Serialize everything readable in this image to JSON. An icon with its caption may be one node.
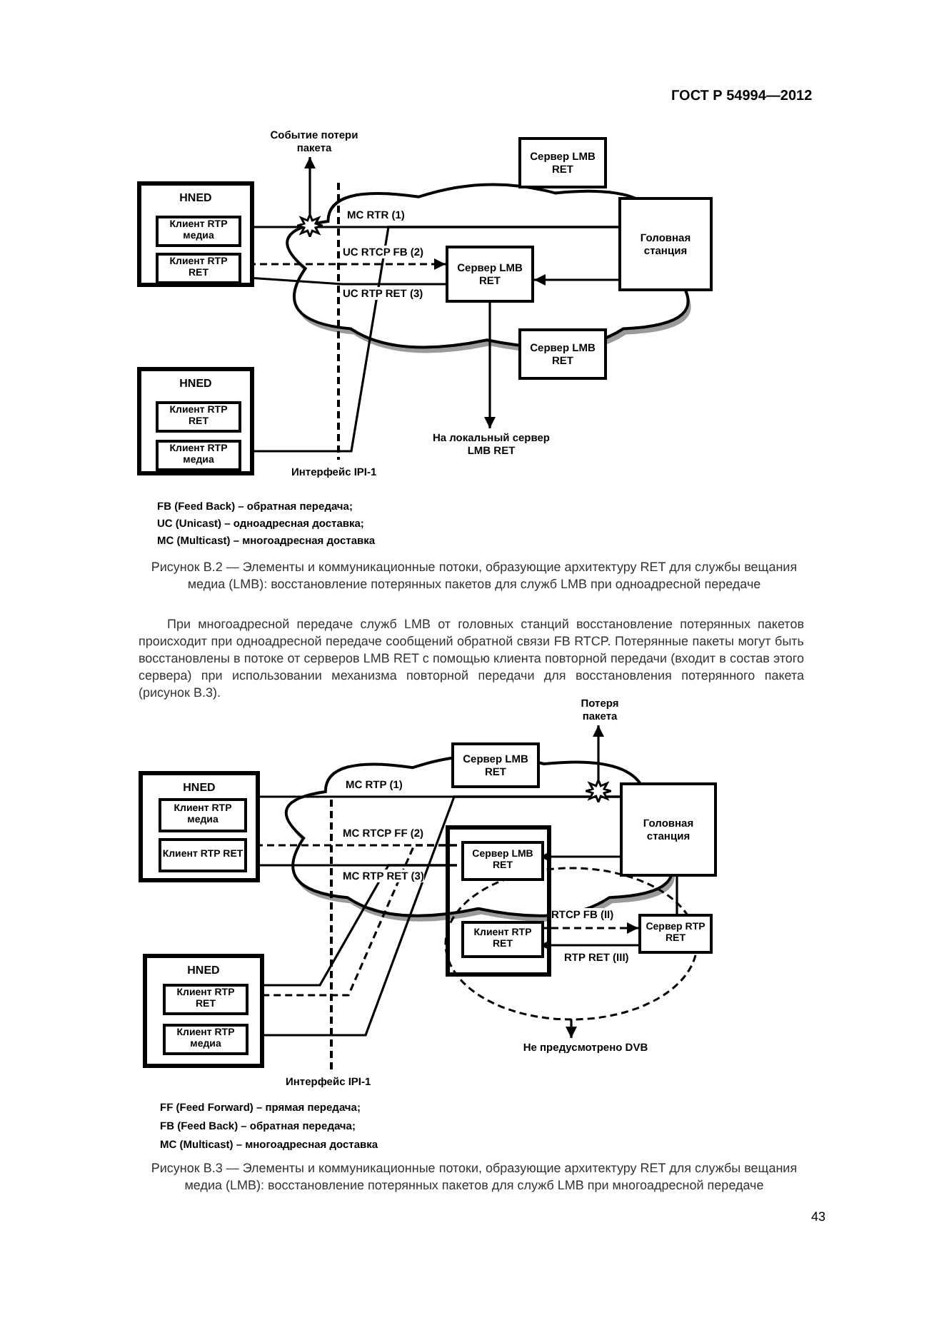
{
  "diagram": {
    "nodes": [
      {
        "text": [
          "HNED"
        ]
      },
      {
        "text": [
          "Клиент RTP медиа"
        ],
        "in": 0
      },
      {
        "text": [
          "Клиент RTP RET"
        ],
        "in": 0
      },
      {
        "text": [
          "HNED"
        ]
      },
      {
        "text": [
          "Клиент RTP RET"
        ],
        "in": 3
      },
      {
        "text": [
          "Клиент RTP медиа"
        ],
        "in": 3
      },
      {
        "text": [
          "Событие потери пакета"
        ]
      },
      {
        "text": [],
        "shape": "star"
      },
      {
        "text": [
          "Сервер LMB RET"
        ]
      },
      {
        "text": [
          "Сервер LMB RET"
        ]
      },
      {
        "text": [
          "Головная станция"
        ]
      },
      {
        "text": [
          "Сервер LMB RET"
        ]
      },
      {
        "text": [
          "На локальный сервер LMB RET"
        ]
      },
      {
        "text": [
          "Потеря пакета"
        ]
      },
      {
        "text": [
          "HNED"
        ]
      },
      {
        "text": [
          "Клиент RTP медиа"
        ],
        "in": 14
      },
      {
        "text": [
          "Клиент RTP RET"
        ],
        "in": 14
      },
      {
        "text": [
          "Сервер LMB RET"
        ]
      },
      {
        "text": [],
        "shape": "star"
      },
      {
        "text": [
          "Головная станция"
        ]
      },
      {
        "text": [],
        "shape": "box"
      },
      {
        "text": [
          "Сервер LMB RET"
        ],
        "in": 20
      },
      {
        "text": [
          "Клиент RTP RET"
        ],
        "in": 20
      },
      {
        "text": [
          "Сервер RTP RET"
        ]
      },
      {
        "text": [
          "HNED"
        ]
      },
      {
        "text": [
          "Клиент RTP RET"
        ],
        "in": 24
      },
      {
        "text": [
          "Клиент RTP медиа"
        ],
        "in": 24
      },
      {
        "text": [
          "Не предусмотрено DVB"
        ]
      }
    ],
    "edges": [
      {
        "from": 10,
        "to": 1,
        "arrow": "to",
        "label": "MC RTR (1)"
      },
      {
        "from": 10,
        "to": 5,
        "arrow": "to"
      },
      {
        "from": 2,
        "to": 9,
        "arrow": "to",
        "style": "dashed",
        "label": "UC RTCP FB (2)"
      },
      {
        "from": 9,
        "to": 2,
        "arrow": "to",
        "label": "UC RTP RET (3)"
      },
      {
        "from": 10,
        "to": 9,
        "arrow": "to"
      },
      {
        "from": 9,
        "to": 12,
        "arrow": "to"
      },
      {
        "from": 7,
        "to": 6,
        "arrow": "to"
      },
      {
        "from": 19,
        "to": 15,
        "arrow": "to",
        "label": "MC RTP (1)"
      },
      {
        "from": 19,
        "to": 26,
        "arrow": "to"
      },
      {
        "from": 21,
        "to": 16,
        "arrow": "to",
        "style": "dashed",
        "label": "MC RTCP FF (2)"
      },
      {
        "from": 21,
        "to": 25,
        "arrow": "to",
        "style": "dashed"
      },
      {
        "from": 21,
        "to": 16,
        "arrow": "to",
        "label": "MC RTP RET (3)"
      },
      {
        "from": 21,
        "to": 24,
        "arrow": "none"
      },
      {
        "from": 19,
        "to": 21,
        "arrow": "to"
      },
      {
        "from": 22,
        "to": 23,
        "arrow": "to",
        "style": "dashed",
        "label": "RTCP FB (II)"
      },
      {
        "from": 23,
        "to": 22,
        "arrow": "to",
        "label": "RTP RET (III)"
      },
      {
        "from": 19,
        "to": 23,
        "arrow": "none"
      },
      {
        "from": 18,
        "to": 13,
        "arrow": "to"
      },
      {
        "from": null,
        "to": 27,
        "arrow": "to"
      }
    ],
    "labels": [
      "ГОСТ Р 54994—2012",
      "Интерфейс IPI-1",
      "FB (Feed Back) – обратная передача;",
      "UC (Unicast) – одноадресная доставка;",
      "MC (Multicast) – многоадресная доставка",
      "Рисунок В.2 — Элементы и коммуникационные потоки, образующие архитектуру RET для службы вещания медиа (LMB): восстановление потерянных пакетов для служб LMB при одноадресной передаче",
      "При многоадресной передаче служб LMB от головных станций восстановление потерянных пакетов происходит при одноадресной передаче сообщений обратной связи FB RTCP. Потерянные пакеты могут быть восстановлены в потоке от серверов LMB RET с помощью клиента повторной передачи (входит в состав этого сервера) при использовании механизма повторной передачи для восстановления потерянного пакета (рисунок В.3).",
      "Интерфейс IPI-1",
      "FF (Feed Forward) – прямая передача;",
      "FB (Feed Back) – обратная передача;",
      "MC (Multicast) – многоадресная доставка",
      "Рисунок В.3 — Элементы и коммуникационные потоки, образующие архитектуру RET для службы вещания медиа (LMB): восстановление потерянных пакетов для служб LMB при многоадресной передаче",
      "43"
    ]
  }
}
